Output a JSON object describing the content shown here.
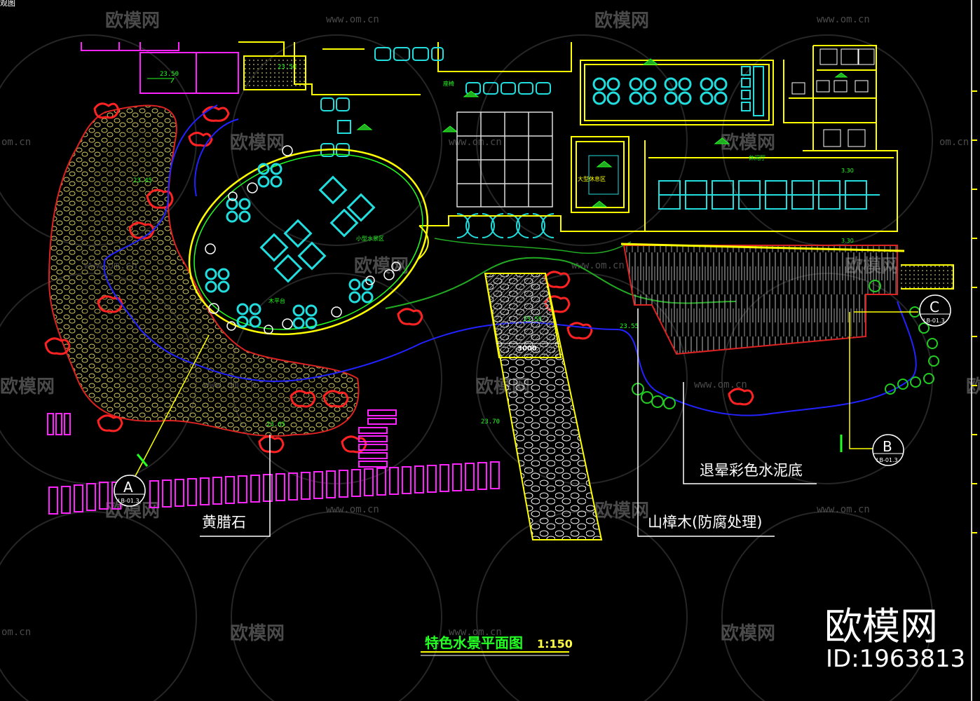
{
  "drawing": {
    "title": "特色水景平面图",
    "scale": "1:150",
    "corner_label": "观图"
  },
  "callouts": {
    "huanglashi": "黄腊石",
    "shanzhangmu": "山樟木(防腐处理)",
    "tuiyun": "退晕彩色水泥底"
  },
  "section_tags": [
    {
      "letter": "A",
      "ref": "LB-01.3"
    },
    {
      "letter": "B",
      "ref": "LB-01.3"
    },
    {
      "letter": "C",
      "ref": "LB-01.3"
    }
  ],
  "elevations": {
    "e1": "23.50",
    "e2": "23.50",
    "e3": "23.45",
    "e4": "23.55",
    "e5": "23.65",
    "e6": "23.55",
    "e7": "23.70",
    "e8": "3.30",
    "e9": "3.30"
  },
  "dimension": "3000",
  "small_labels": {
    "pool_label": "小型水景区",
    "deck_label": "木平台",
    "hall_label": "大型休息区",
    "room_label": "休闲厅",
    "seat_label": "座椅"
  },
  "watermarks": {
    "brand_cn": "欧模网",
    "url": "www.om.cn",
    "url_short": "om.cn"
  },
  "brand": {
    "name": "欧模网",
    "id": "ID:1963813"
  }
}
